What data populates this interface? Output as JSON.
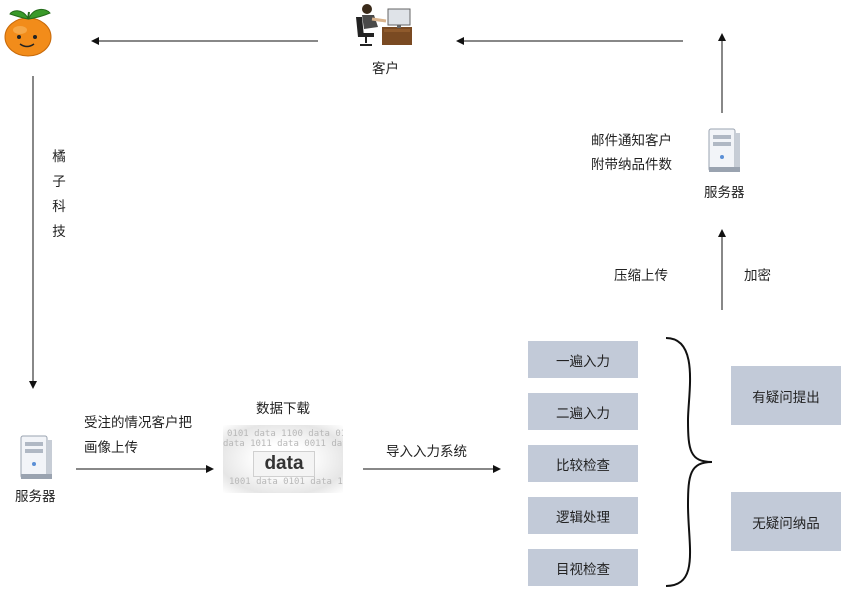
{
  "labels": {
    "customer_top": "客户",
    "company_vertical": [
      "橘",
      "子",
      "科",
      "技"
    ],
    "server_bottom_left": "服务器",
    "server_top_right": "服务器",
    "upload_note_line1": "受注的情况客户把",
    "upload_note_line2": "画像上传",
    "data_download": "数据下载",
    "data_image_text": "data",
    "import_system": "导入入力系统",
    "compress_upload": "压缩上传",
    "encrypt": "加密",
    "notify_line1": "邮件通知客户",
    "notify_line2": "附带纳品件数"
  },
  "process_steps": [
    "一遍入力",
    "二遍入力",
    "比较检查",
    "逻辑处理",
    "目视检查"
  ],
  "outcomes": [
    "有疑问提出",
    "无疑问纳品"
  ],
  "icons": {
    "logo": "orange-logo-icon",
    "customer": "person-at-computer-icon",
    "server": "server-tower-icon"
  },
  "colors": {
    "step_box": "#c2cad8",
    "orange": "#f28c1a",
    "leaf": "#3a9a2a"
  }
}
